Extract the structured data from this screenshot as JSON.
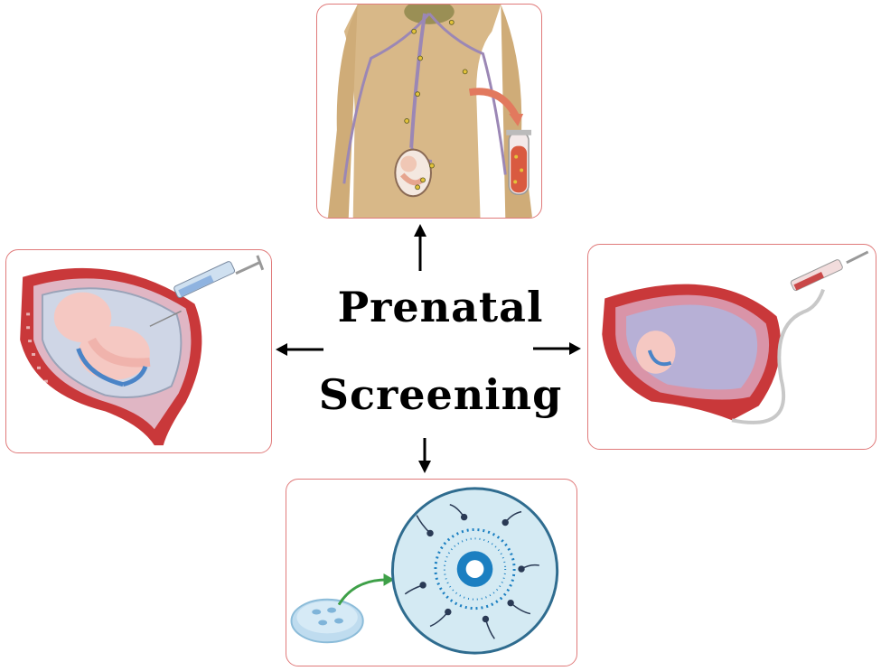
{
  "title": {
    "line1": "Prenatal",
    "line2": "Screening"
  },
  "colors": {
    "panel_border": "#e07a7a",
    "uterus_red": "#c9383a",
    "skin": "#d8b888",
    "vein": "#9b87b5",
    "dish_blue": "#cfe6f2",
    "egg_blue": "#1b7fc1"
  },
  "panels": [
    {
      "id": "top",
      "icon": "maternal-blood-draw-icon"
    },
    {
      "id": "left",
      "icon": "amniocentesis-icon"
    },
    {
      "id": "right",
      "icon": "chorionic-villus-sampling-icon"
    },
    {
      "id": "bottom",
      "icon": "ivf-embryo-icon"
    }
  ]
}
